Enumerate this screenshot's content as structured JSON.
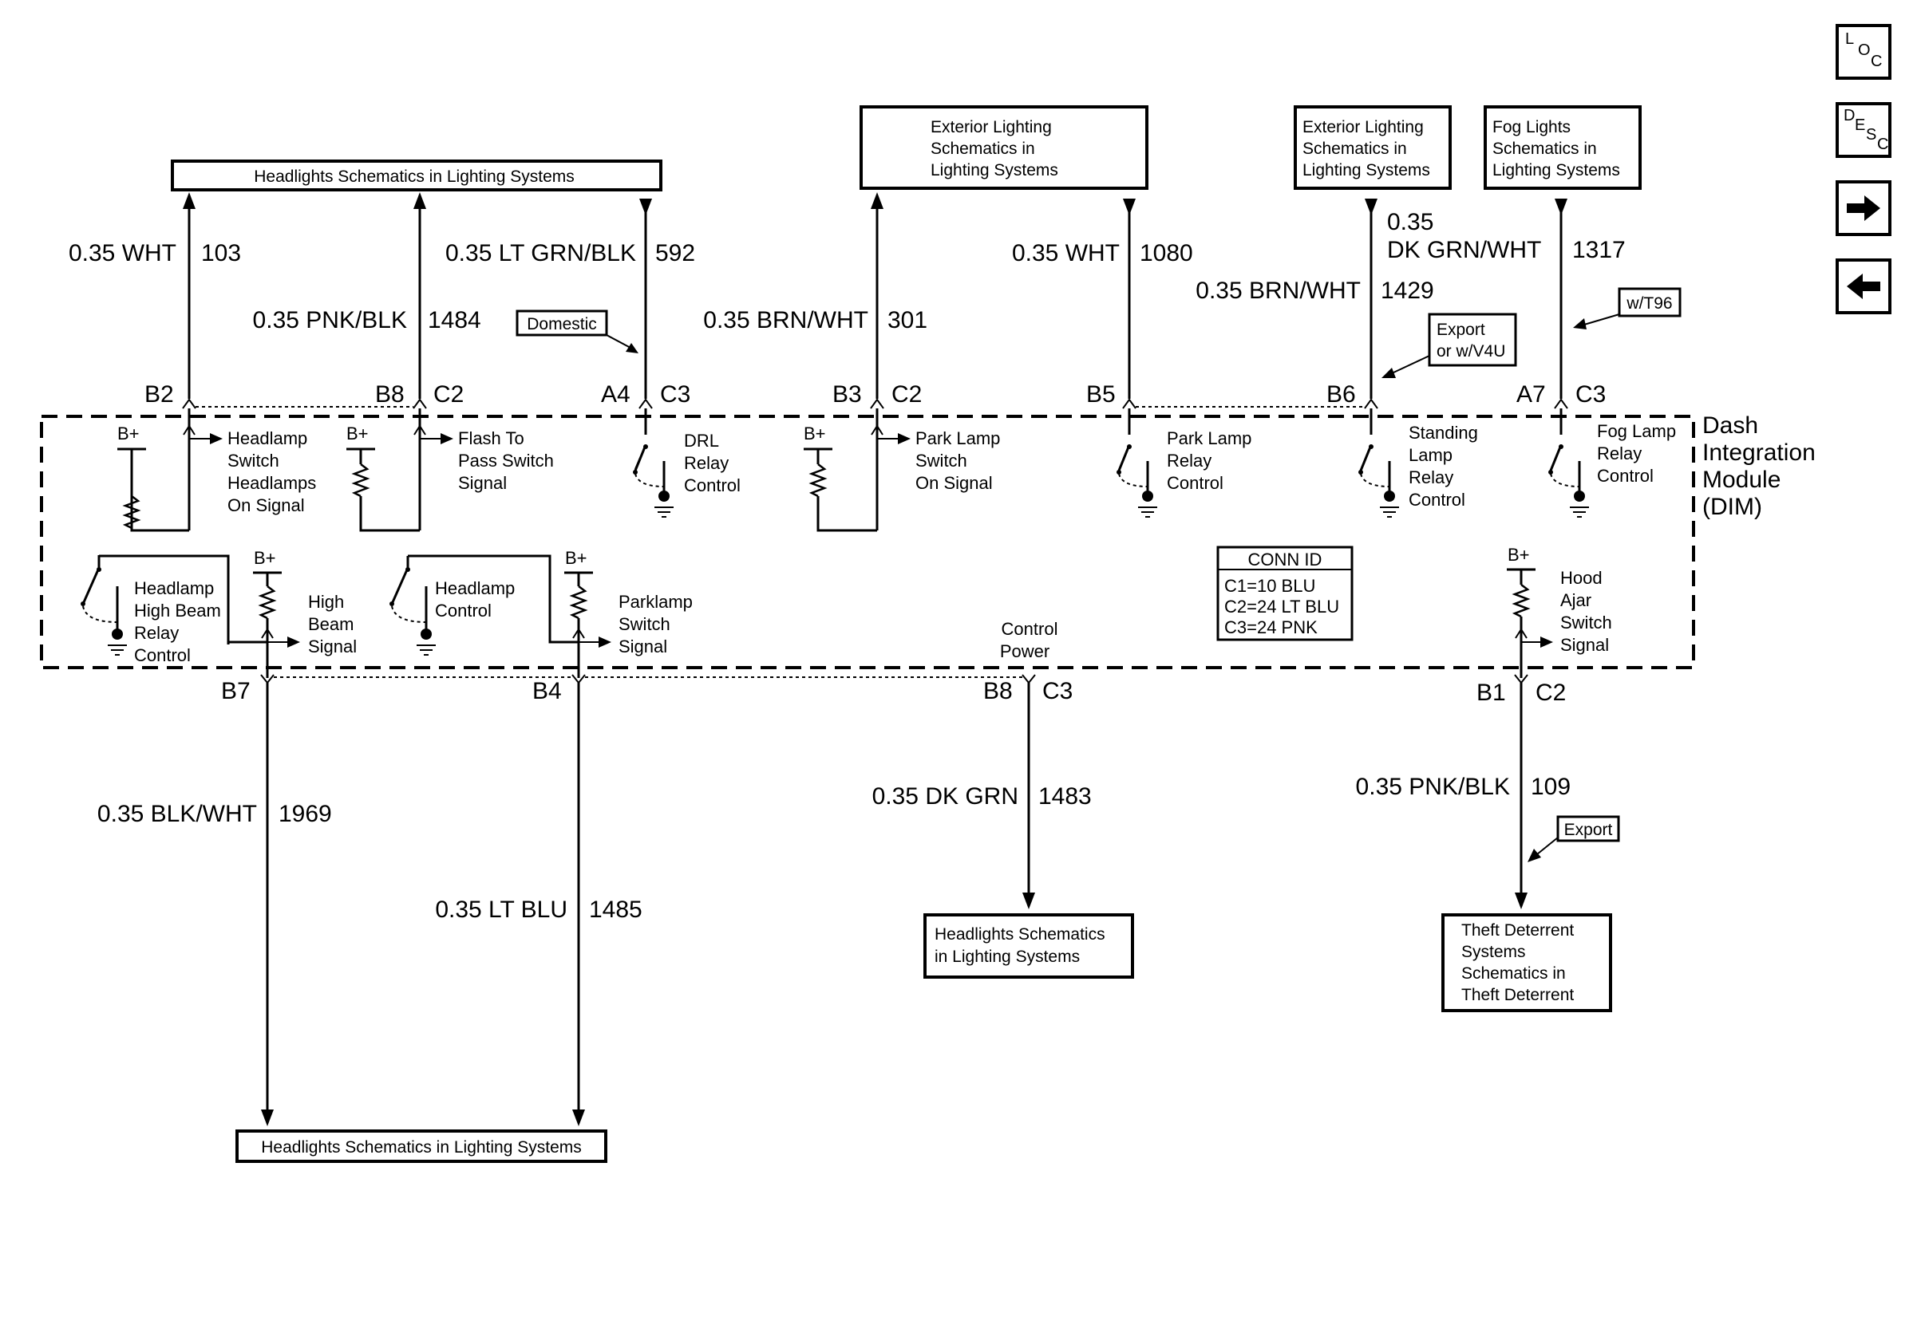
{
  "module": {
    "name_lines": [
      "Dash",
      "Integration",
      "Module",
      "(DIM)"
    ],
    "conn_id": {
      "title": "CONN ID",
      "lines": [
        "C1=10 BLU",
        "C2=24 LT BLU",
        "C3=24 PNK"
      ]
    }
  },
  "destinations": {
    "headlights_top": "Headlights Schematics in Lighting Systems",
    "ext_lighting_1": [
      "Exterior Lighting",
      "Schematics in",
      "Lighting Systems"
    ],
    "ext_lighting_2": [
      "Exterior Lighting",
      "Schematics in",
      "Lighting Systems"
    ],
    "fog_lights": [
      "Fog Lights",
      "Schematics in",
      "Lighting Systems"
    ],
    "headlights_bottom_left": "Headlights Schematics in Lighting Systems",
    "headlights_bottom_mid": [
      "Headlights Schematics",
      "in Lighting Systems"
    ],
    "theft": [
      "Theft Deterrent",
      "Systems",
      "Schematics in",
      "Theft Deterrent"
    ]
  },
  "notes": {
    "domestic": "Domestic",
    "export_v4u": [
      "Export",
      "or w/V4U"
    ],
    "wt96": "w/T96",
    "export": "Export"
  },
  "wires": {
    "w103": {
      "gauge_color": "0.35 WHT",
      "circuit": "103"
    },
    "w1484": {
      "gauge_color": "0.35 PNK/BLK",
      "circuit": "1484"
    },
    "w592": {
      "gauge_color": "0.35 LT GRN/BLK",
      "circuit": "592"
    },
    "w301": {
      "gauge_color": "0.35 BRN/WHT",
      "circuit": "301"
    },
    "w1080": {
      "gauge_color": "0.35 WHT",
      "circuit": "1080"
    },
    "w1429": {
      "gauge_color": "0.35 BRN/WHT",
      "circuit": "1429"
    },
    "w1317": {
      "gauge_lines": [
        "0.35",
        "DK GRN/WHT"
      ],
      "circuit": "1317"
    },
    "w1969": {
      "gauge_color": "0.35 BLK/WHT",
      "circuit": "1969"
    },
    "w1485": {
      "gauge_color": "0.35 LT BLU",
      "circuit": "1485"
    },
    "w1483": {
      "gauge_color": "0.35 DK GRN",
      "circuit": "1483"
    },
    "w109": {
      "gauge_color": "0.35 PNK/BLK",
      "circuit": "109"
    }
  },
  "pins": {
    "b2": "B2",
    "b8_top": "B8",
    "c2_a": "C2",
    "a4": "A4",
    "c3_a": "C3",
    "b3": "B3",
    "c2_b": "C2",
    "b5": "B5",
    "b6": "B6",
    "a7": "A7",
    "c3_b": "C3",
    "b7": "B7",
    "b4": "B4",
    "b8_bot": "B8",
    "c3_c": "C3",
    "b1": "B1",
    "c2_c": "C2"
  },
  "supply": "B+",
  "functions": {
    "hl_switch": [
      "Headlamp",
      "Switch",
      "Headlamps",
      "On Signal"
    ],
    "flash_pass": [
      "Flash To",
      "Pass Switch",
      "Signal"
    ],
    "drl": [
      "DRL",
      "Relay",
      "Control"
    ],
    "park_switch": [
      "Park Lamp",
      "Switch",
      "On Signal"
    ],
    "park_relay": [
      "Park Lamp",
      "Relay",
      "Control"
    ],
    "standing": [
      "Standing",
      "Lamp",
      "Relay",
      "Control"
    ],
    "fog": [
      "Fog Lamp",
      "Relay",
      "Control"
    ],
    "hl_highbeam": [
      "Headlamp",
      "High Beam",
      "Relay",
      "Control"
    ],
    "highbeam_sig": [
      "High",
      "Beam",
      "Signal"
    ],
    "hl_control": [
      "Headlamp",
      "Control"
    ],
    "parklamp_sig": [
      "Parklamp",
      "Switch",
      "Signal"
    ],
    "control_power": [
      "Control",
      "Power"
    ],
    "hood_ajar": [
      "Hood",
      "Ajar",
      "Switch",
      "Signal"
    ]
  },
  "nav": {
    "loc": [
      "L",
      "O",
      "C"
    ],
    "desc": [
      "D",
      "E",
      "S",
      "C"
    ],
    "next_icon": "arrow-right-icon",
    "prev_icon": "arrow-left-icon"
  }
}
